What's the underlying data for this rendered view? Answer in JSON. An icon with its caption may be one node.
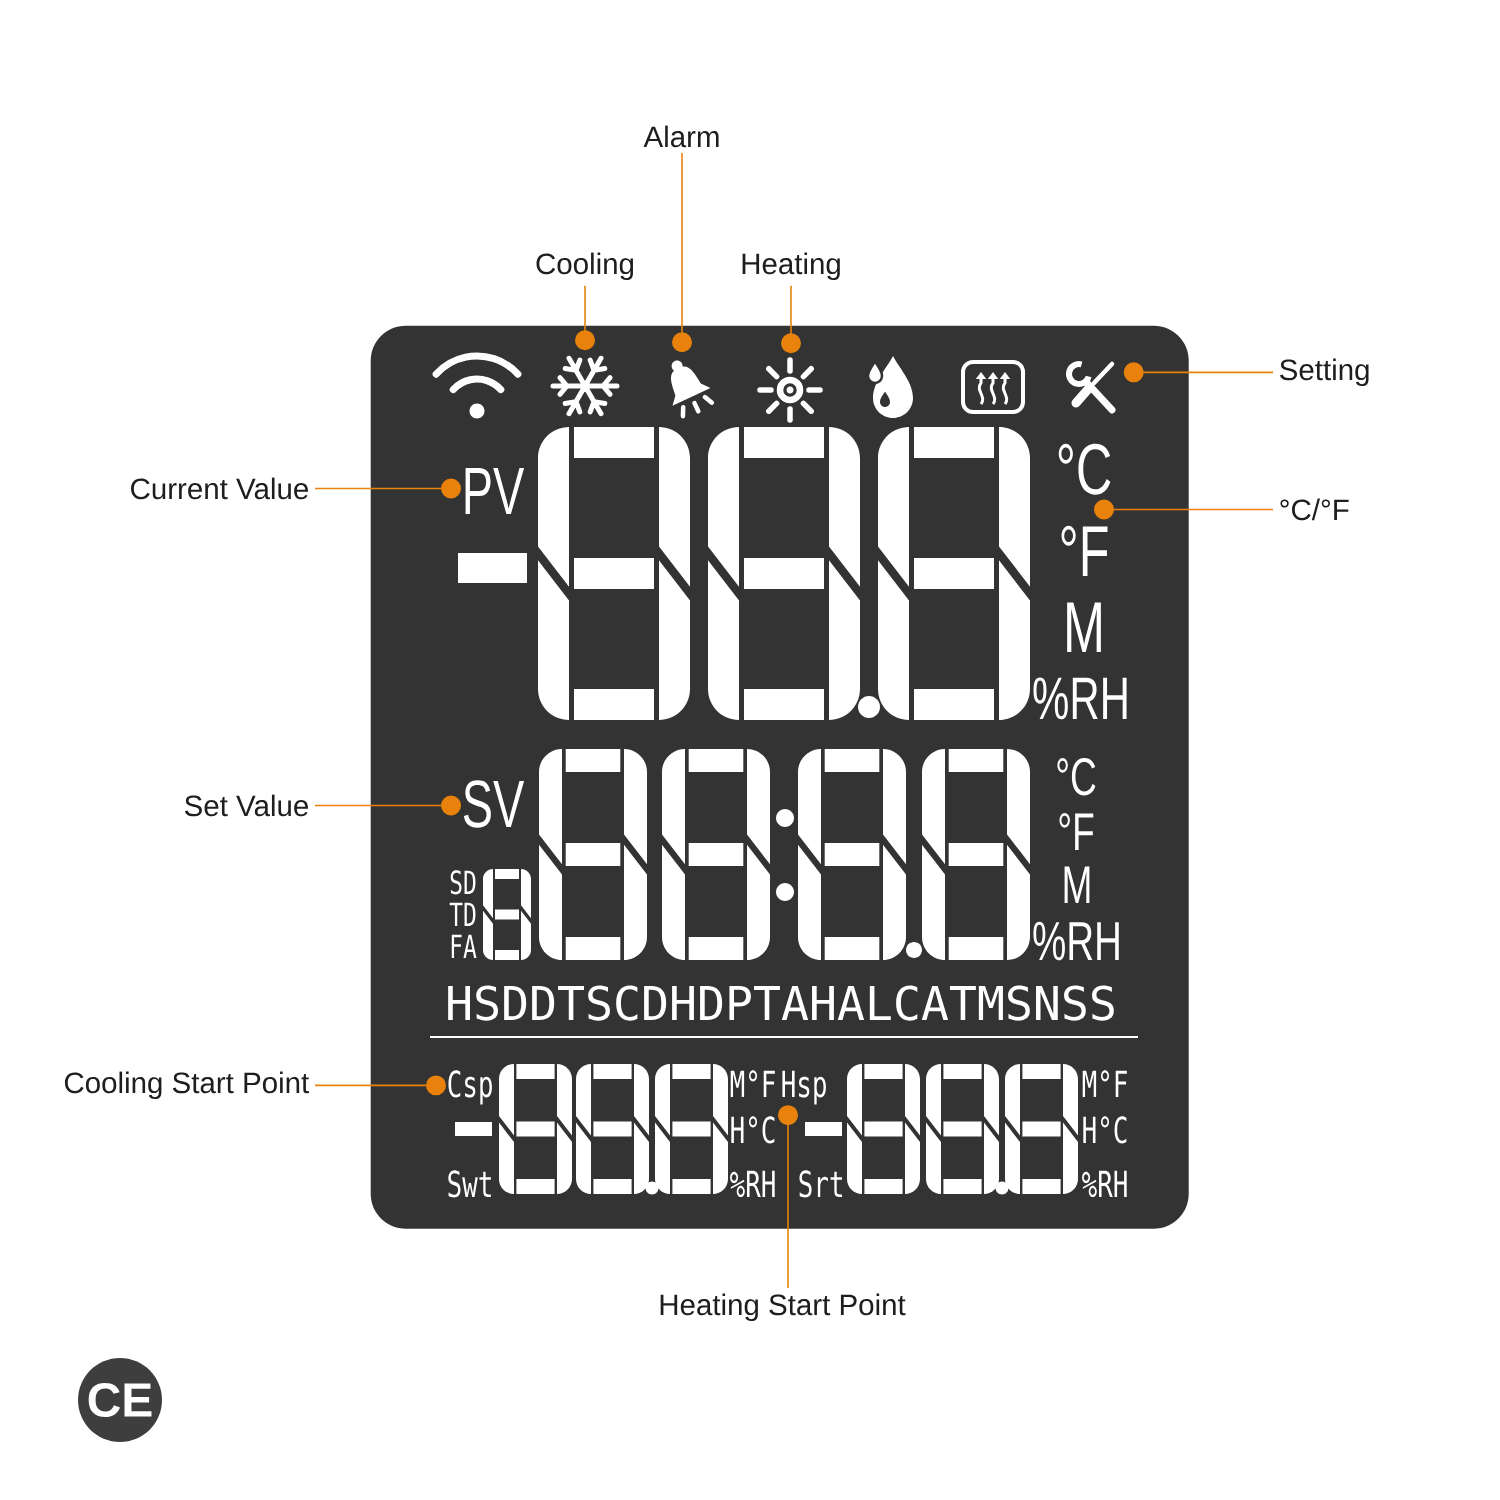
{
  "diagram": {
    "nodes": [
      {
        "text": [
          "Alarm"
        ]
      },
      {
        "text": [
          "Cooling"
        ]
      },
      {
        "text": [
          "Heating"
        ]
      },
      {
        "text": [
          "°C",
          "°F",
          "M",
          "%RH",
          "°C",
          "°F",
          "M",
          "%RH",
          "SD",
          "TD",
          "FA",
          "HSDDTSCDHDPTAHALCATMSNSS",
          "M°F",
          "M°F",
          "H°C",
          "H°C",
          "Swt",
          "%RH",
          "Srt",
          "%RH"
        ]
      },
      {
        "text": [],
        "shape": "picture",
        "in": 3
      },
      {
        "text": [],
        "shape": "picture",
        "in": 3
      },
      {
        "text": [],
        "shape": "picture",
        "in": 3
      },
      {
        "text": [],
        "shape": "picture",
        "in": 3
      },
      {
        "text": [
          "Setting"
        ]
      },
      {
        "text": [
          "Current Value"
        ]
      },
      {
        "text": [
          "PV"
        ],
        "in": 3
      },
      {
        "text": [
          "°C/°F"
        ]
      },
      {
        "text": [
          "Set Value"
        ]
      },
      {
        "text": [
          "SV"
        ],
        "in": 3
      },
      {
        "text": [
          "Cooling Start Point"
        ]
      },
      {
        "text": [
          "Csp"
        ],
        "in": 3
      },
      {
        "text": [
          "Hsp"
        ],
        "in": 3
      },
      {
        "text": [
          "Heating Start Point"
        ]
      }
    ],
    "edges": [
      {
        "from": 0,
        "to": 5,
        "arrow": "other"
      },
      {
        "from": 1,
        "to": 4,
        "arrow": "other"
      },
      {
        "from": 2,
        "to": 6,
        "arrow": "other"
      },
      {
        "from": 8,
        "to": 7,
        "arrow": "other"
      },
      {
        "from": 9,
        "to": 10,
        "arrow": "other"
      },
      {
        "from": 11,
        "to": null,
        "arrow": "other"
      },
      {
        "from": 12,
        "to": 13,
        "arrow": "other"
      },
      {
        "from": 14,
        "to": 15,
        "arrow": "other"
      },
      {
        "from": 17,
        "to": 16,
        "arrow": "other"
      }
    ],
    "labels": [
      "CE"
    ]
  }
}
